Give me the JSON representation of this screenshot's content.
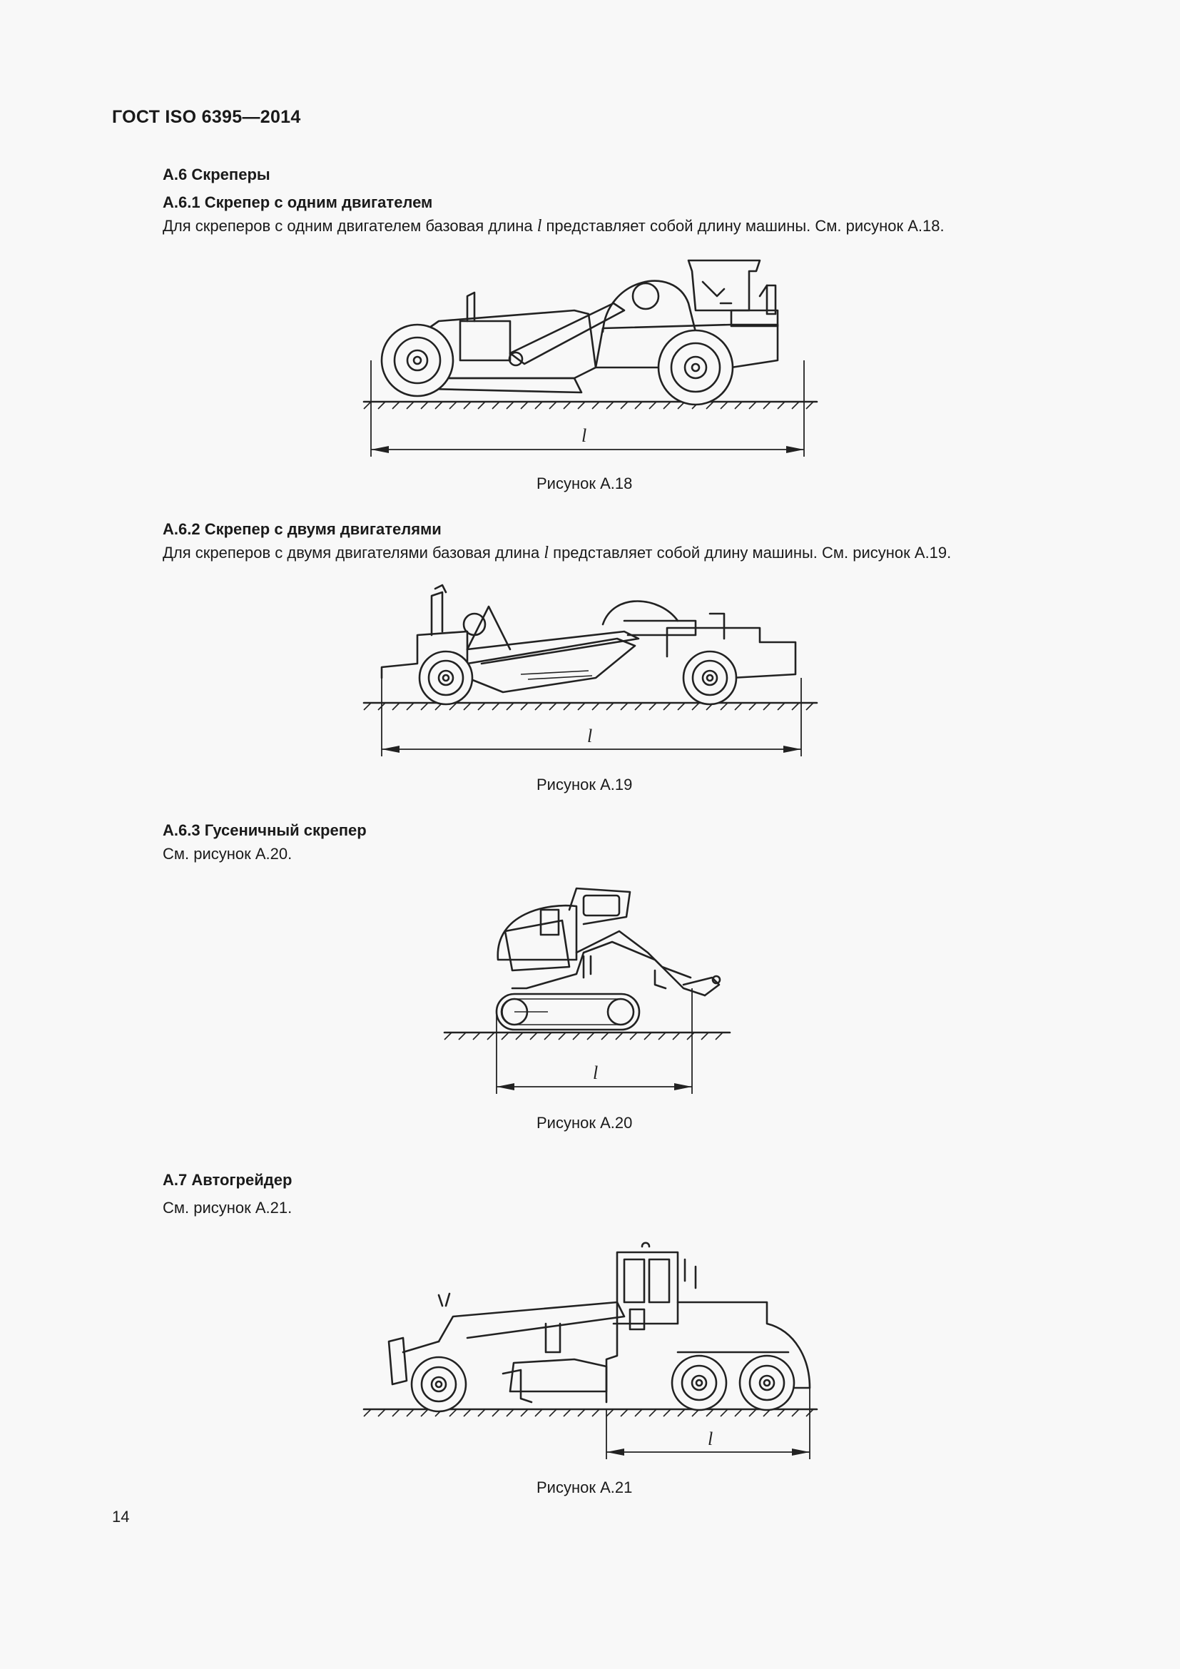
{
  "header": {
    "doc_id": "ГОСТ ISO 6395—2014"
  },
  "sections": {
    "a6": {
      "title": "А.6  Скреперы"
    },
    "a61": {
      "title": "А.6.1  Скрепер с одним двигателем",
      "text_before": "Для скреперов с одним двигателем базовая длина ",
      "var": "l",
      "text_after": " представляет собой длину машины. См. рисунок А.18.",
      "caption": "Рисунок А.18"
    },
    "a62": {
      "title": "А.6.2  Скрепер с двумя двигателями",
      "text_before": "Для скреперов с двумя двигателями базовая длина ",
      "var": "l",
      "text_after": " представляет собой длину машины. См. рисунок А.19.",
      "caption": "Рисунок А.19"
    },
    "a63": {
      "title": "А.6.3  Гусеничный скрепер",
      "text": "См. рисунок А.20.",
      "caption": "Рисунок А.20"
    },
    "a7": {
      "title": "А.7  Автогрейдер",
      "text": "См. рисунок А.21.",
      "caption": "Рисунок А.21"
    }
  },
  "figures": {
    "a18": {
      "dimension_label": "l"
    },
    "a19": {
      "dimension_label": "l"
    },
    "a20": {
      "dimension_label": "l"
    },
    "a21": {
      "dimension_label": "l"
    }
  },
  "footer": {
    "page_number": "14"
  }
}
